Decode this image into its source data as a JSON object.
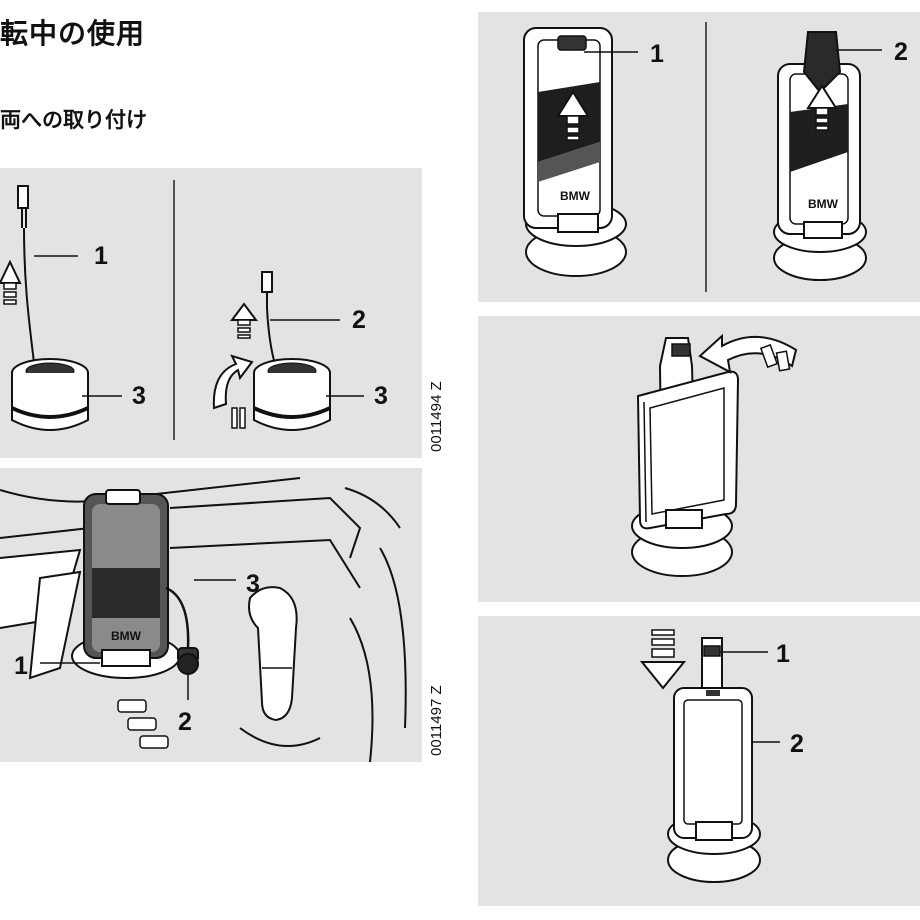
{
  "page": {
    "title": "転中の使用",
    "subtitle": "両への取り付け"
  },
  "figures": {
    "fig1": {
      "id_code": "0011494 Z",
      "left_callouts": [
        "1",
        "3"
      ],
      "right_callouts": [
        "2",
        "3"
      ]
    },
    "fig2": {
      "id_code": "0011497 Z",
      "callouts": [
        "3",
        "1",
        "2"
      ],
      "logo": "BMW"
    },
    "fig3": {
      "left_callout": "1",
      "right_callout": "2",
      "logo": "BMW"
    },
    "fig5": {
      "callouts": [
        "1",
        "2"
      ]
    }
  },
  "icons": [
    "up-arrow-icon",
    "rotate-arrow-icon",
    "down-arrow-icon",
    "curved-arrow-icon"
  ],
  "colors": {
    "panel_bg": "#e3e3e3",
    "line": "#111111",
    "page_bg": "#ffffff"
  }
}
